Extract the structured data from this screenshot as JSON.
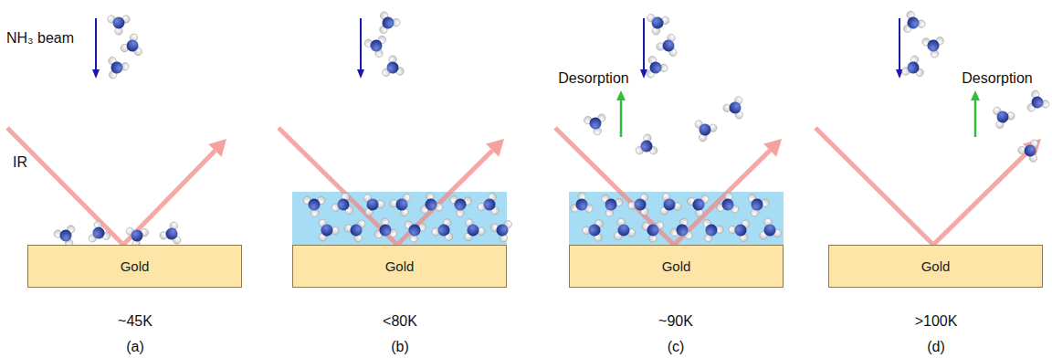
{
  "diagram": {
    "nodes": [
      {
        "text": [
          "Gold"
        ]
      },
      {
        "text": [
          "Gold"
        ]
      },
      {
        "text": [
          "Gold"
        ]
      },
      {
        "text": [
          "Gold"
        ]
      }
    ],
    "labels": [
      "NH₃ beam",
      "IR",
      "Desorption",
      "Desorption",
      "~45K",
      "(a)",
      "<80K",
      "(b)",
      "~90K",
      "(c)",
      ">100K",
      "(d)"
    ]
  }
}
